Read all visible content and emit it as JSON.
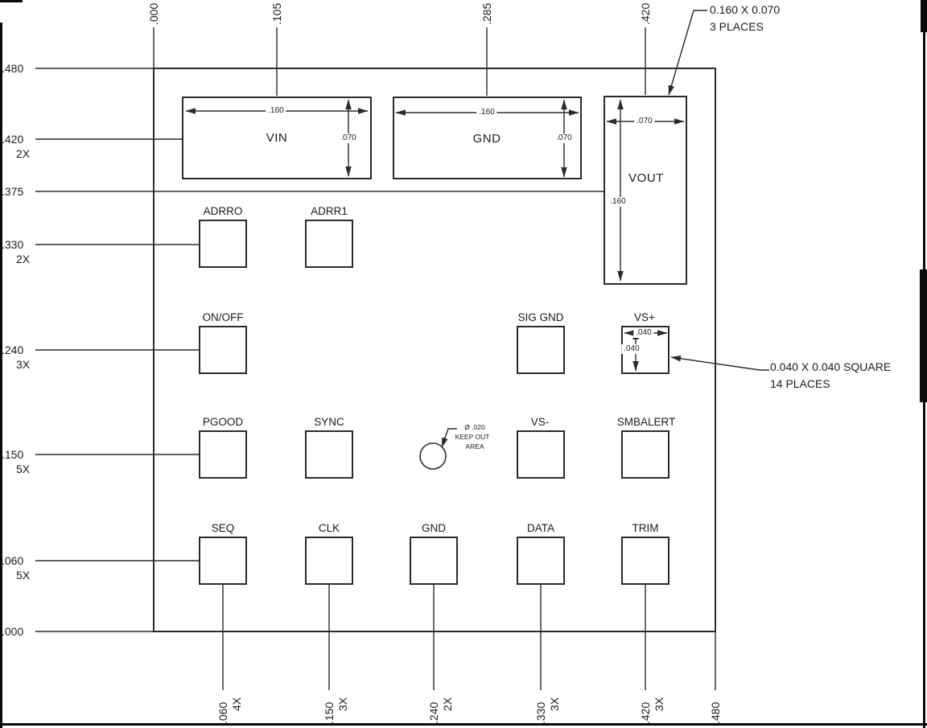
{
  "dims": {
    "left": {
      "l1": ".480",
      "l2": ".420",
      "l2x": "2X",
      "l3": ".375",
      "l4": ".330",
      "l4x": "2X",
      "l5": ".240",
      "l5x": "3X",
      "l6": ".150",
      "l6x": "5X",
      "l7": ".060",
      "l7x": "5X",
      "l8": ".000"
    },
    "top": {
      "t1": ".000",
      "t2": ".105",
      "t3": ".285",
      "t4": ".420"
    },
    "bottom": {
      "b1": ".060",
      "b1x": "4X",
      "b2": ".150",
      "b2x": "3X",
      "b3": ".240",
      "b3x": "2X",
      "b4": ".330",
      "b4x": "3X",
      "b5": ".420",
      "b5x": "3X",
      "b6": ".480"
    }
  },
  "pads": {
    "vin": {
      "label": "VIN",
      "w": ".160",
      "h": ".070"
    },
    "gnd_top": {
      "label": "GND",
      "w": ".160",
      "h": ".070"
    },
    "vout": {
      "label": "VOUT",
      "w": ".070",
      "h": ".160"
    },
    "adrr0": {
      "label": "ADRRO"
    },
    "adrr1": {
      "label": "ADRR1"
    },
    "on_off": {
      "label": "ON/OFF"
    },
    "sig_gnd": {
      "label": "SIG GND"
    },
    "vs_plus": {
      "label": "VS+",
      "w": ".040",
      "h": ".040"
    },
    "pgood": {
      "label": "PGOOD"
    },
    "sync": {
      "label": "SYNC"
    },
    "vs_minus": {
      "label": "VS-"
    },
    "smbalert": {
      "label": "SMBALERT"
    },
    "seq": {
      "label": "SEQ"
    },
    "clk": {
      "label": "CLK"
    },
    "gnd_bottom": {
      "label": "GND"
    },
    "data": {
      "label": "DATA"
    },
    "trim": {
      "label": "TRIM"
    }
  },
  "callouts": {
    "rect_pads": {
      "line1": "0.160 X 0.070",
      "line2": "3 PLACES"
    },
    "square_pads": {
      "line1": "0.040 X 0.040 SQUARE",
      "line2": "14 PLACES"
    },
    "keep_out": {
      "line1": "Ø .020",
      "line2": "KEEP OUT",
      "line3": "AREA"
    }
  },
  "colors": {
    "line": "#2b2b2b",
    "text": "#1b1b22",
    "artifact": "#0a0a0a"
  }
}
